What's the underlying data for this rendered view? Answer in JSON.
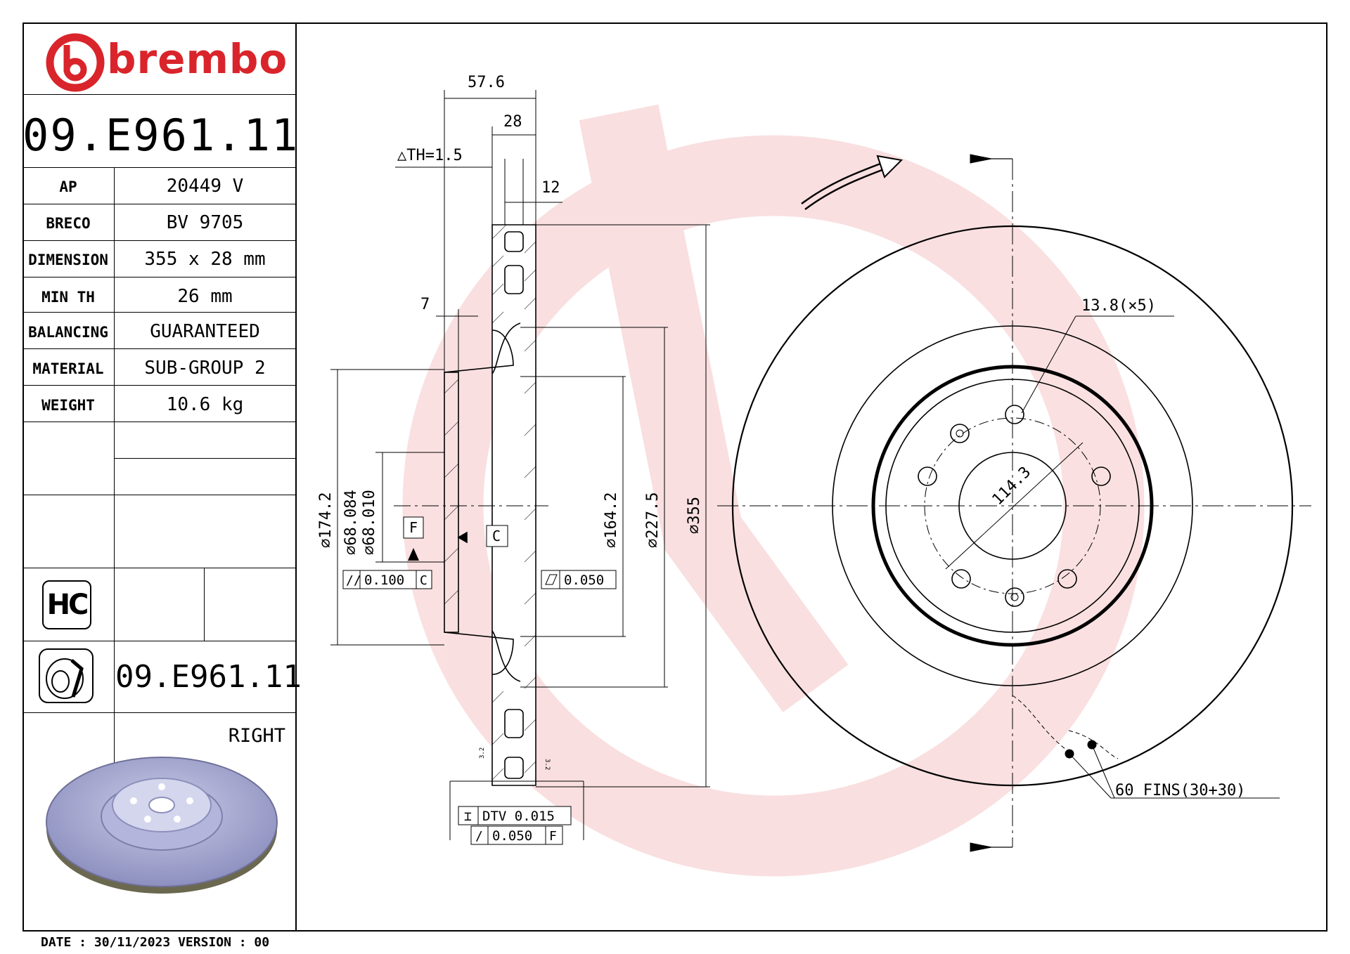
{
  "brand": {
    "name": "brembo",
    "color": "#d9242b"
  },
  "part_number": "09.E961.11",
  "specs": [
    {
      "label": "AP",
      "value": "20449 V"
    },
    {
      "label": "BRECO",
      "value": "BV 9705"
    },
    {
      "label": "DIMENSION",
      "value": "355 x 28 mm"
    },
    {
      "label": "MIN TH",
      "value": "26 mm"
    },
    {
      "label": "BALANCING",
      "value": "GUARANTEED"
    },
    {
      "label": "MATERIAL",
      "value": "SUB-GROUP 2"
    },
    {
      "label": "WEIGHT",
      "value": "10.6 kg"
    }
  ],
  "hc_badge": "HC",
  "side_label": "RIGHT",
  "footer": "DATE : 30/11/2023 VERSION : 00",
  "dimensions": {
    "overall_width": "57.6",
    "thickness": "28",
    "delta_th": "△TH=1.5",
    "flange": "12",
    "hat_offset": "7",
    "d_174": "⌀174.2",
    "d_68": "⌀68.084",
    "d_68b": "⌀68.010",
    "d_164": "⌀164.2",
    "d_227": "⌀227.5",
    "d_355": "⌀355",
    "bolt_holes": "13.8(×5)",
    "pcd": "114.3",
    "fins": "60 FINS(30+30)"
  },
  "tolerances": {
    "datum_f": "F",
    "datum_c": "C",
    "parallelism": "0.100",
    "parallelism_ref": "C",
    "flatness": "0.050",
    "dtv": "DTV 0.015",
    "runout": "0.050",
    "runout_ref": "F",
    "roughness": "3.2"
  }
}
